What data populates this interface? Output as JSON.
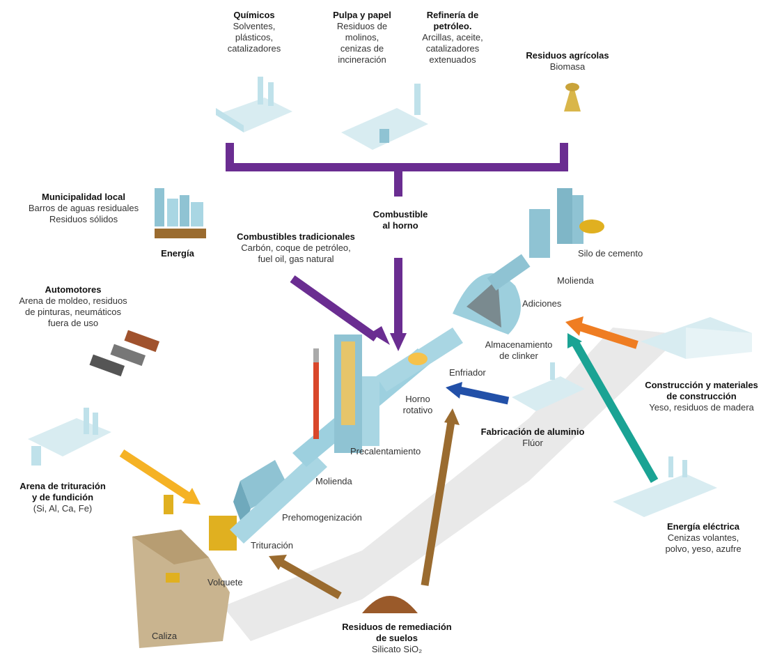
{
  "sources": {
    "quimicos": {
      "title": "Químicos",
      "detail": [
        "Solventes,",
        "plásticos,",
        "catalizadores"
      ]
    },
    "pulpa": {
      "title": "Pulpa y papel",
      "detail": [
        "Residuos de",
        "molinos,",
        "cenizas de",
        "incineración"
      ]
    },
    "refineria": {
      "title_lines": [
        "Refinería de",
        "petróleo."
      ],
      "detail": [
        "Arcillas, aceite,",
        "catalizadores",
        "extenuados"
      ]
    },
    "agricolas": {
      "title": "Residuos agrícolas",
      "detail": [
        "Biomasa"
      ]
    },
    "municipalidad": {
      "title": "Municipalidad local",
      "detail": [
        "Barros de aguas residuales",
        "Residuos sólidos"
      ],
      "sub": "Energía"
    },
    "tradicionales": {
      "title": "Combustibles tradicionales",
      "detail": [
        "Carbón, coque de petróleo,",
        "fuel oil, gas natural"
      ]
    },
    "automotores": {
      "title": "Automotores",
      "detail": [
        "Arena de moldeo, residuos",
        "de pinturas, neumáticos",
        "fuera de uso"
      ]
    },
    "arena": {
      "title_lines": [
        "Arena de trituración",
        "y de fundición"
      ],
      "detail": [
        "(Si, Al, Ca, Fe)"
      ]
    },
    "construccion": {
      "title_lines": [
        "Construcción y materiales",
        "de construcción"
      ],
      "detail": [
        "Yeso, residuos de madera"
      ]
    },
    "aluminio": {
      "title": "Fabricación de aluminio",
      "detail": [
        "Flúor"
      ]
    },
    "electrica": {
      "title": "Energía eléctrica",
      "detail": [
        "Cenizas volantes,",
        "polvo, yeso, azufre"
      ]
    },
    "suelos": {
      "title_lines": [
        "Residuos de remediación",
        "de suelos"
      ],
      "detail": [
        "Silicato SiO₂"
      ]
    }
  },
  "combustible": [
    "Combustible",
    "al horno"
  ],
  "steps": {
    "silo": "Silo de cemento",
    "molienda_top": "Molienda",
    "adiciones": "Adiciones",
    "almacenamiento": [
      "Almacenamiento",
      "de clinker"
    ],
    "enfriador": "Enfriador",
    "horno": [
      "Horno",
      "rotativo"
    ],
    "precalentamiento": "Precalentamiento",
    "molienda": "Molienda",
    "prehomogenizacion": "Prehomogenización",
    "trituracion": "Trituración",
    "volquete": "Volquete",
    "caliza": "Caliza"
  },
  "colors": {
    "purple": "#6a2d91",
    "orange": "#ef7d22",
    "teal": "#1aa394",
    "blue": "#2250a8",
    "yellow": "#f5b225",
    "brown": "#9a6b2f",
    "plant": "#bfe1ea",
    "plant_dark": "#7fb6c7",
    "ground": "#c9b48f"
  }
}
